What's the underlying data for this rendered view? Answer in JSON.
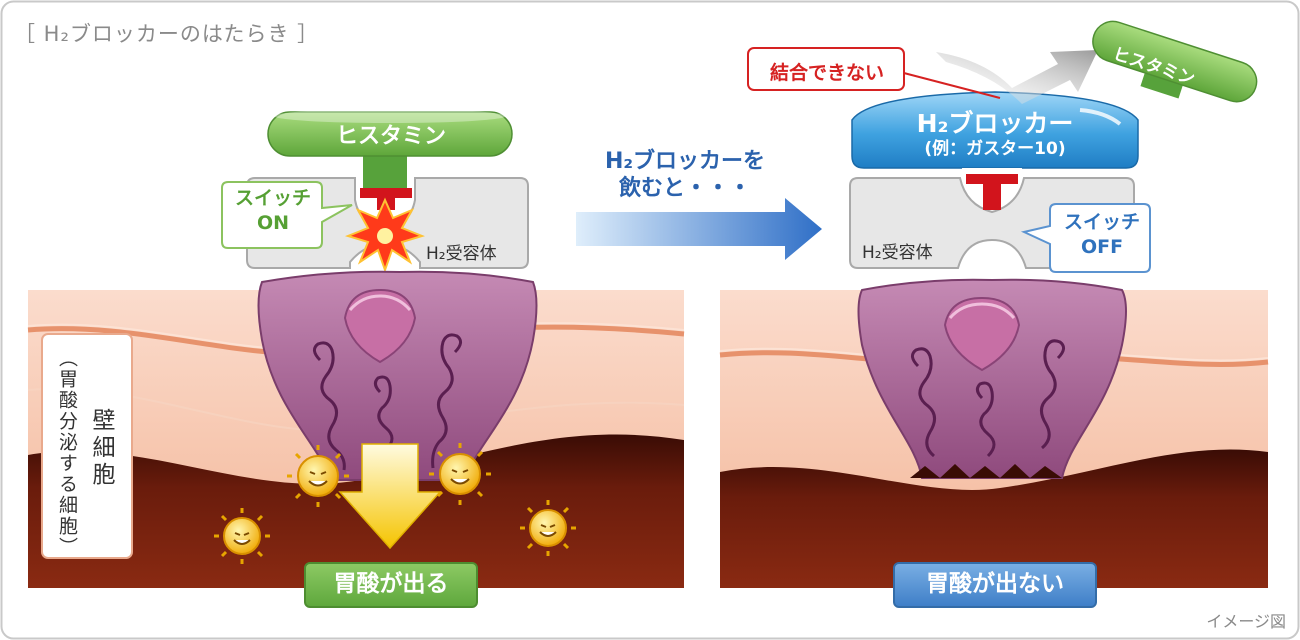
{
  "title": "［ H₂ブロッカーのはたらき ］",
  "caption": "イメージ図",
  "arrow_text": "H₂ブロッカーを\n飲むと・・・",
  "cell_label": {
    "main": "壁細胞",
    "sub": "（胃酸分泌する細胞）"
  },
  "left": {
    "histamine": "ヒスタミン",
    "switch_callout": "スイッチ\nON",
    "receptor": "H₂受容体",
    "result": "胃酸が出る"
  },
  "right": {
    "blocker_name": "H₂ブロッカー",
    "blocker_example": "(例：ガスター10)",
    "cannot_bind": "結合できない",
    "histamine": "ヒスタミン",
    "switch_callout": "スイッチ\nOFF",
    "receptor": "H₂受容体",
    "result": "胃酸が出ない"
  },
  "colors": {
    "histamine_green": "#6fb94a",
    "blocker_blue": "#3fa2e0",
    "tissue_pink": "#f6c6ad",
    "tissue_dark": "#6a1c0c",
    "cell_purple": "#a75f94",
    "receptor_red": "#d2141c",
    "result_green": "#6bb348",
    "result_blue": "#4e8ed6"
  }
}
